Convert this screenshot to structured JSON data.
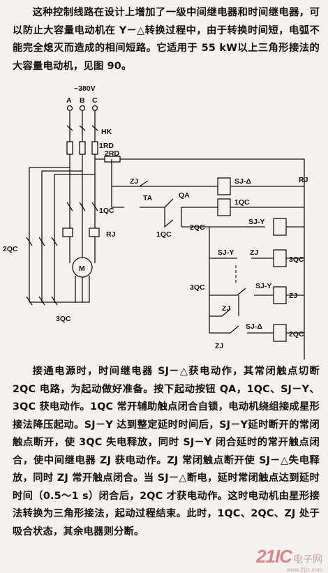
{
  "intro_text": "这种控制线路在设计上增加了一级中间继电器和时间继电器，可以防止大容量电动机在 Y－△转换过程中，由于转换时间短，电弧不能完全熄灭而造成的相间短路。它适用于 55 kW以上三角形接法的大容量电动机，见图 90。",
  "body_text": "接通电源时，时间继电器 SJ－△获电动作，其常闭触点切断 2QC 电路，为起动做好准备。按下起动按钮 QA，1QC、SJ－Y、3QC 获电动作。1QC 常开辅助触点闭合自锁，电动机绕组接成星形接法降压起动。SJ－Y 达到整定延时时间后，SJ－Y延时断开的常闭触点断开，使 3QC 失电释放，同时 SJ－Y 闭合延时的常开触点闭合，使中间继电器 ZJ 获电动作。ZJ 常闭触点断开使 SJ－△失电释放，同时 ZJ 常开触点闭合。当 SJ－△断电，延时常闭触点达到延时时间（0.5～1 s）闭合后，2QC 才获电动作。这时电动机由星形接法转换为三角形接法，起动过程结束。此时，1QC、2QC、ZJ 处于吸合状态，其余电器则分断。",
  "diagram": {
    "voltage": "~380V",
    "phases": [
      "A",
      "B",
      "C"
    ],
    "labels": {
      "hk": "HK",
      "rd1": "1RD",
      "rd2": "2RD",
      "zj_top": "ZJ",
      "ta": "TA",
      "qa": "QA",
      "qc1_left": "1QC",
      "qc1_ctrl": "1QC",
      "qc2_ctrl": "2QC",
      "qc2_left": "2QC",
      "qc3_left": "3QC",
      "qc3_ctrl": "3QC",
      "rj_left": "RJ",
      "rj_right": "RJ",
      "motor": "M",
      "coil_sjd": "SJ-Δ",
      "coil_1qc": "1QC",
      "sjy_contact": "SJ-Y",
      "sjy_contact2": "SJ-Y",
      "zj_contact1": "ZJ",
      "coil_3qc": "3QC",
      "sjy_contact3": "SJ-Y",
      "zj_contact2": "ZJ",
      "coil_zj": "ZJ",
      "zj_contact3": "ZJ",
      "sjd_contact": "SJ-Δ",
      "coil_2qc": "2QC"
    }
  },
  "watermark": {
    "number": "21IC",
    "cn": "电子网",
    "url": "www.21ic.com"
  }
}
